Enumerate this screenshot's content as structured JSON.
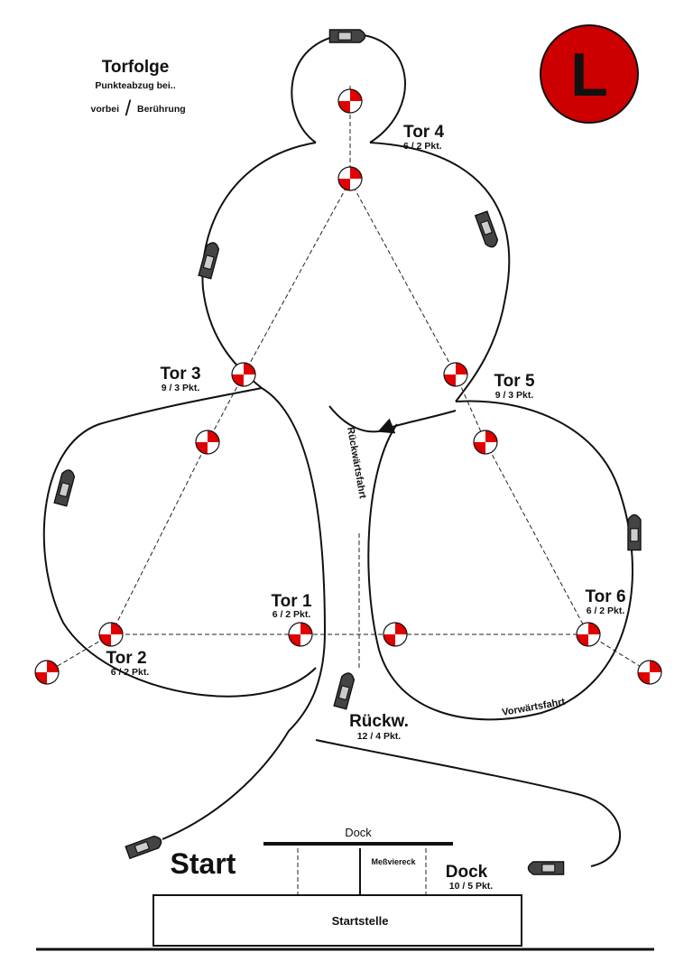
{
  "legend": {
    "title": "Torfolge",
    "subtitle": "Punkteabzug bei..",
    "left": "vorbei",
    "slash": "/",
    "right": "Berührung"
  },
  "badge": {
    "letter": "L",
    "color": "#cc0000"
  },
  "gates": {
    "tor1": {
      "name": "Tor 1",
      "points": "6 / 2 Pkt."
    },
    "tor2": {
      "name": "Tor 2",
      "points": "6 / 2 Pkt."
    },
    "tor3": {
      "name": "Tor 3",
      "points": "9 / 3 Pkt."
    },
    "tor4": {
      "name": "Tor 4",
      "points": "6 / 2 Pkt."
    },
    "tor5": {
      "name": "Tor 5",
      "points": "9 / 3 Pkt."
    },
    "tor6": {
      "name": "Tor 6",
      "points": "6 / 2 Pkt."
    }
  },
  "reverse": {
    "name": "Rückw.",
    "points": "12 / 4 Pkt."
  },
  "dock": {
    "name": "Dock",
    "points": "10 / 5 Pkt.",
    "top_label": "Dock",
    "measure": "Meßviereck"
  },
  "start": {
    "label": "Start",
    "building": "Startstelle"
  },
  "paths": {
    "reverse": "Rückwärtsfahrt",
    "forward": "Vorwärtsfahrt"
  },
  "buoy_colors": {
    "red": "#e00000",
    "white": "#ffffff"
  }
}
